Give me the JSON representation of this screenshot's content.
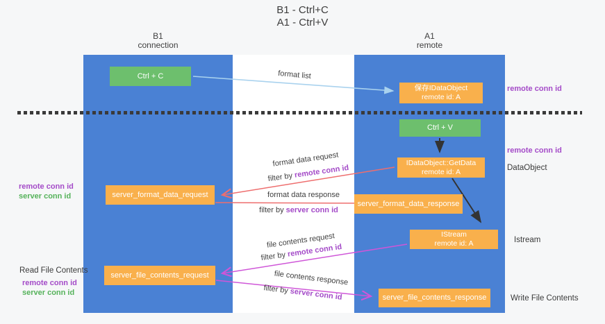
{
  "title": {
    "line1": "B1 - Ctrl+C",
    "line2": "A1 - Ctrl+V"
  },
  "lanes": {
    "b1": {
      "name": "B1",
      "subtitle": "connection"
    },
    "a1": {
      "name": "A1",
      "subtitle": "remote"
    }
  },
  "nodes": {
    "ctrl_c": "Ctrl + C",
    "save_idataobject": {
      "line1": "保存IDataObject",
      "line2": "remote id: A"
    },
    "ctrl_v": "Ctrl + V",
    "getdata": {
      "line1": "IDataObject::GetData",
      "line2": "remote id: A"
    },
    "server_format_data_request": "server_format_data_request",
    "server_format_data_response": "server_format_data_response",
    "istream": {
      "line1": "IStream",
      "line2": "remote id: A"
    },
    "server_file_contents_request": "server_file_contents_request",
    "server_file_contents_response": "server_file_contents_response"
  },
  "edge_labels": {
    "format_list": "format list",
    "format_data_request": "format data request",
    "format_data_response": "format data response",
    "file_contents_request": "file contents request",
    "file_contents_response": "file contents response",
    "filter_by": "filter by ",
    "remote_conn_id": "remote conn id",
    "server_conn_id": "server conn id"
  },
  "side_labels": {
    "remote_conn_id_top_right": "remote conn id",
    "remote_conn_id_mid_right": "remote conn id",
    "dataobject": "DataObject",
    "istream": "Istream",
    "write_file_contents": "Write File Contents",
    "read_file_contents": "Read File Contents",
    "remote_conn_id_left_1": "remote conn id",
    "server_conn_id_left_1": "server conn id",
    "remote_conn_id_left_2": "remote conn id",
    "server_conn_id_left_2": "server conn id"
  },
  "colors": {
    "lane_blue": "#4a81d4",
    "box_green": "#6dbf6d",
    "box_orange": "#f9b04c",
    "arrow_light_blue": "#a9d2ee",
    "arrow_red": "#ee6e6e",
    "arrow_magenta": "#cf56d8",
    "arrow_black": "#333333",
    "text_purple": "#a44bc8",
    "text_green": "#55b25a"
  }
}
